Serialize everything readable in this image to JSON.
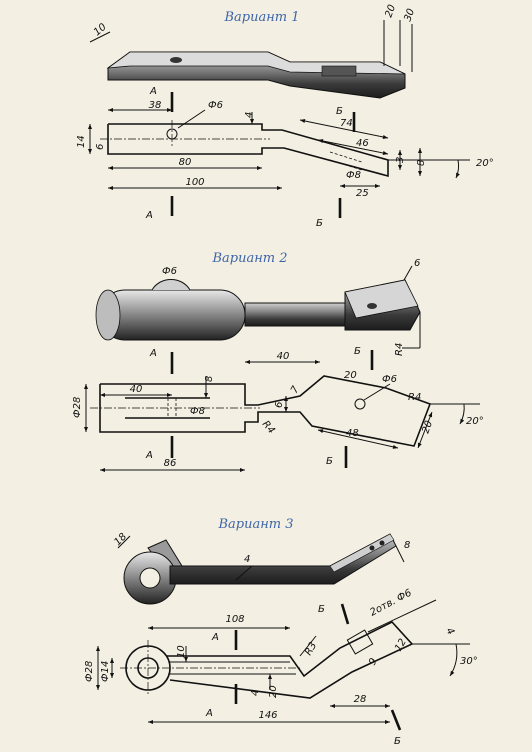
{
  "variants": [
    {
      "title": "Вариант 1",
      "dims": [
        "10",
        "20",
        "30",
        "38",
        "Ф6",
        "4",
        "14",
        "6",
        "80",
        "100",
        "74",
        "46",
        "3",
        "8",
        "20°",
        "Ф8",
        "25"
      ],
      "section_labels": [
        "А",
        "А",
        "Б",
        "Б"
      ]
    },
    {
      "title": "Вариант 2",
      "dims": [
        "Ф6",
        "6",
        "R4",
        "40",
        "20",
        "Ф6",
        "R4",
        "40",
        "8",
        "Ф28",
        "Ф8",
        "6",
        "7",
        "R4",
        "48",
        "20",
        "20°",
        "86"
      ],
      "section_labels": [
        "А",
        "А",
        "Б",
        "Б"
      ]
    },
    {
      "title": "Вариант 3",
      "dims": [
        "18",
        "4",
        "8",
        "108",
        "2отв. Ф6",
        "4",
        "R3",
        "Ф28",
        "Ф14",
        "10",
        "4",
        "20",
        "9",
        "12",
        "30°",
        "28",
        "146"
      ],
      "section_labels": [
        "А",
        "А",
        "Б",
        "Б"
      ]
    }
  ]
}
